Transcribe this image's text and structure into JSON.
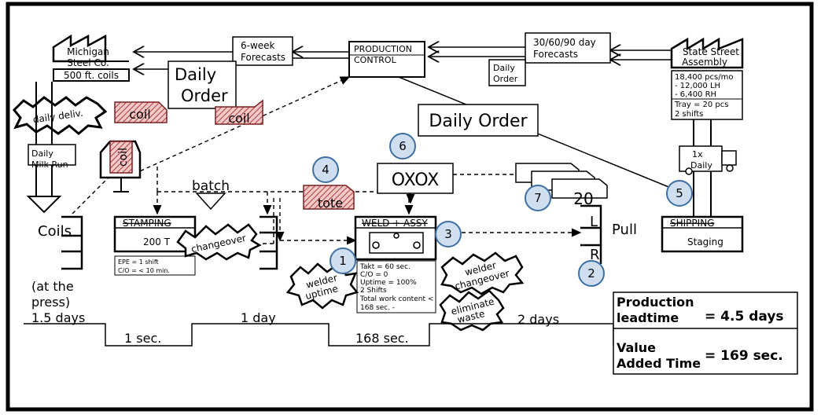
{
  "suppliers": {
    "michigan_name_1": "Michigan",
    "michigan_name_2": "Steel Co.",
    "michigan_coils": "500 ft. coils",
    "customer_name_1": "State Street",
    "customer_name_2": "Assembly",
    "customer_data": [
      "18,400 pcs/mo",
      "- 12,000 LH",
      "-   6,400 RH",
      "Tray = 20 pcs",
      "2 shifts"
    ]
  },
  "control": {
    "title_1": "PRODUCTION",
    "title_2": "CONTROL",
    "forecast_6wk_1": "6-week",
    "forecast_6wk_2": "Forecasts",
    "forecast_cust_1": "30/60/90 day",
    "forecast_cust_2": "Forecasts",
    "daily_order_small_1": "Daily",
    "daily_order_small_2": "Order",
    "daily_order_big_1": "Daily",
    "daily_order_big_2": "Order",
    "daily_order_wide": "Daily Order"
  },
  "logistics": {
    "daily_deliv": "daily deliv.",
    "milk_run_1": "Daily",
    "milk_run_2": "Milk Run",
    "truck_1": "1x",
    "truck_2": "Daily"
  },
  "kanbans": {
    "coil_1": "coil",
    "coil_2": "coil",
    "coil_post": "coil",
    "tote": "tote",
    "oxox": "OXOX",
    "count_20": "20",
    "batch": "batch",
    "pull": "Pull",
    "supermarket_L": "L",
    "supermarket_R": "R"
  },
  "processes": {
    "coils_label": "Coils",
    "coils_note_1": "(at the",
    "coils_note_2": "press)",
    "stamping_title": "STAMPING",
    "stamping_tonnage": "200 T",
    "stamping_data": [
      "EPE = 1 shift",
      "C/O = < 10 min."
    ],
    "weld_title": "WELD + ASSY",
    "weld_data": [
      "Takt = 60 sec.",
      "C/O = 0",
      "Uptime = 100%",
      "2 Shifts",
      "Total work content <",
      "168 sec.      -"
    ],
    "shipping_title": "SHIPPING",
    "shipping_sub": "Staging"
  },
  "kaizen": {
    "changeover": "changeover",
    "welder_uptime_1": "welder",
    "welder_uptime_2": "uptime",
    "welder_changeover_1": "welder",
    "welder_changeover_2": "changeover",
    "eliminate_waste_1": "eliminate",
    "eliminate_waste_2": "waste"
  },
  "badges": [
    "1",
    "2",
    "3",
    "4",
    "5",
    "6",
    "7"
  ],
  "timeline": {
    "wait_1": "1.5 days",
    "proc_1": "1 sec.",
    "wait_2": "1 day",
    "proc_2": "168 sec.",
    "wait_3": "2 days"
  },
  "summary": {
    "lead_label_1": "Production",
    "lead_label_2": "leadtime",
    "lead_value": "= 4.5 days",
    "va_label_1": "Value",
    "va_label_2": "Added Time",
    "va_value": "= 169 sec."
  },
  "colors": {
    "frame": "#000000",
    "badge_fill": "#cfdff0",
    "badge_stroke": "#3e6fa3",
    "hatch": "#b23a3a",
    "kanban_fill": "#f2c9c9"
  }
}
